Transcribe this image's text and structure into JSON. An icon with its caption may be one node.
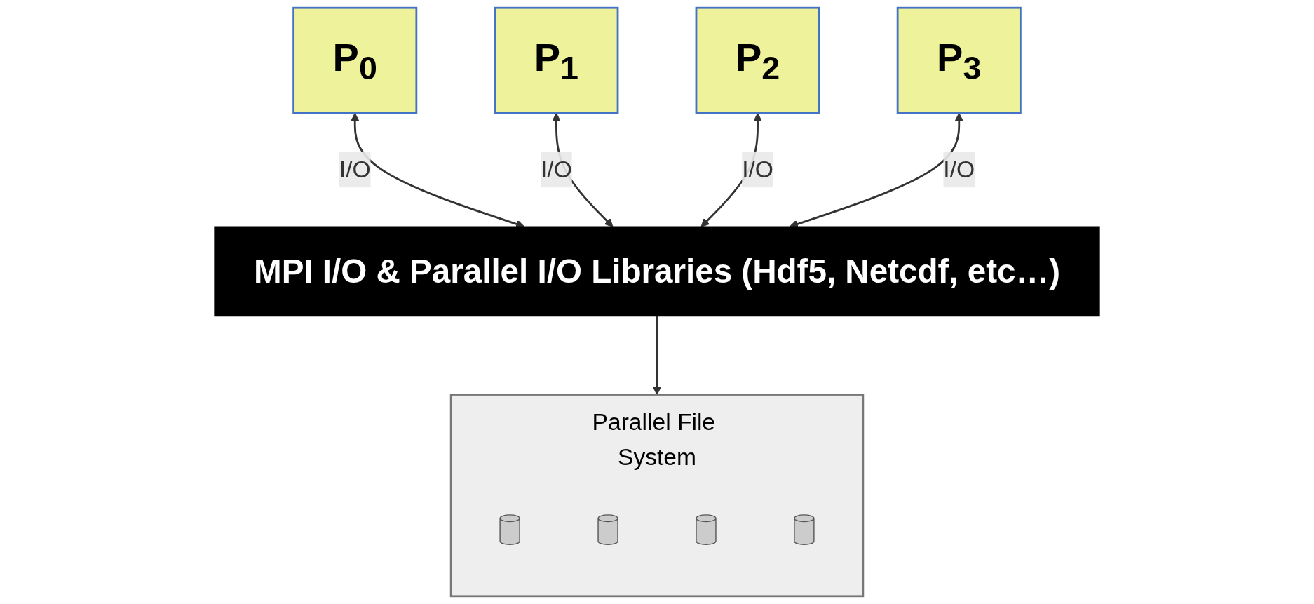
{
  "diagram": {
    "nodes": [
      {
        "text": [
          "P$_{0}$"
        ]
      },
      {
        "text": [
          "P$_{1}$"
        ]
      },
      {
        "text": [
          "P$_{2}$"
        ]
      },
      {
        "text": [
          "P$_{3}$"
        ]
      },
      {
        "text": [
          "MPI I/O & Parallel I/O Libraries (Hdf5, Netcdf, etc…)"
        ]
      },
      {
        "text": [
          "Parallel File System"
        ]
      },
      {
        "text": [],
        "shape": "cylinder",
        "in": 5
      },
      {
        "text": [],
        "shape": "cylinder",
        "in": 5
      },
      {
        "text": [],
        "shape": "cylinder",
        "in": 5
      },
      {
        "text": [],
        "shape": "cylinder",
        "in": 5
      }
    ],
    "edges": [
      {
        "from": 0,
        "to": 4,
        "arrow": "both",
        "label": "I/O"
      },
      {
        "from": 1,
        "to": 4,
        "arrow": "both",
        "label": "I/O"
      },
      {
        "from": 2,
        "to": 4,
        "arrow": "both",
        "label": "I/O"
      },
      {
        "from": 3,
        "to": 4,
        "arrow": "both",
        "label": "I/O"
      },
      {
        "from": 4,
        "to": 5,
        "arrow": "to"
      }
    ]
  }
}
